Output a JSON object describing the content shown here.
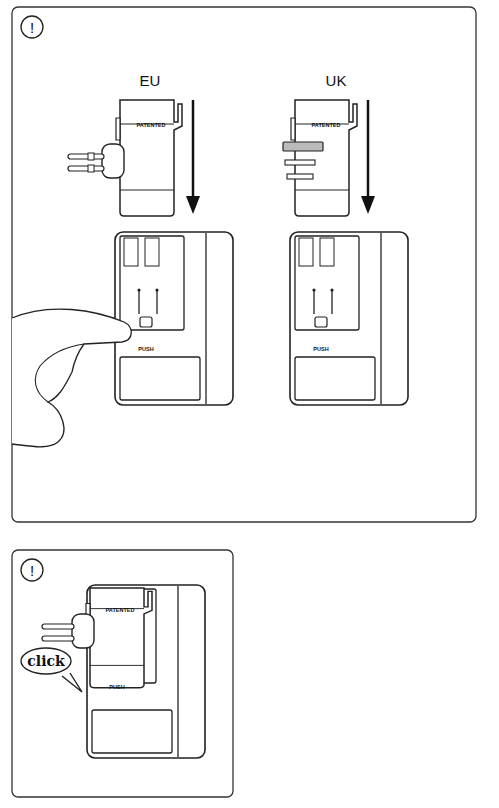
{
  "diagram": {
    "nodes": [
      {
        "text": [
          "!"
        ]
      },
      {
        "text": [
          "!"
        ]
      },
      {
        "text": [
          "click"
        ]
      }
    ],
    "labels": [
      "EU",
      "UK",
      "PATENTED",
      "PATENTED",
      "PUSH",
      "PUSH",
      "PATENTED",
      "PUSH"
    ]
  }
}
